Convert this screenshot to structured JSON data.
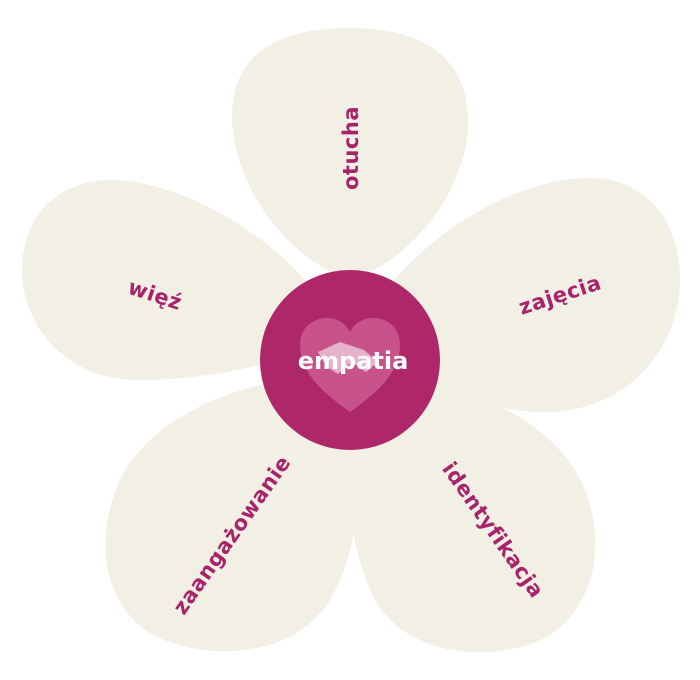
{
  "center": {
    "label": "empatia",
    "icon": "heart-handshake-icon"
  },
  "petals": [
    {
      "id": "top",
      "label": "otucha"
    },
    {
      "id": "right",
      "label": "zajęcia"
    },
    {
      "id": "bottom-right",
      "label": "identyfikacja"
    },
    {
      "id": "bottom-left",
      "label": "zaangażowanie"
    },
    {
      "id": "left",
      "label": "więź"
    }
  ],
  "colors": {
    "petal": "#f2efe5",
    "center": "#ad2769",
    "text": "#a8236a",
    "center_text": "#ffffff",
    "icon": "#c8538a"
  }
}
